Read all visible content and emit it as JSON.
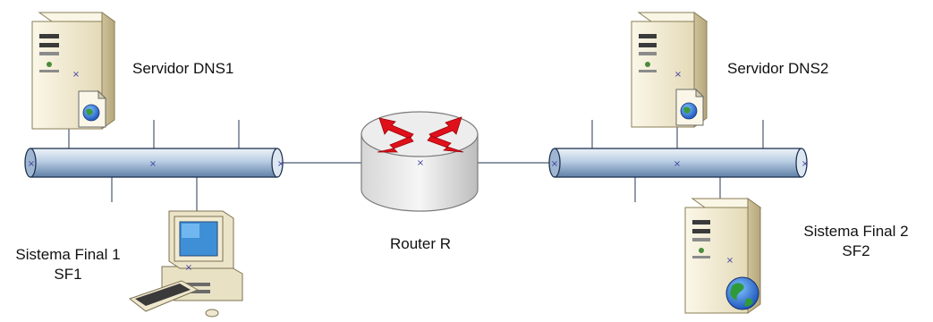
{
  "labels": {
    "dns1": "Servidor DNS1",
    "dns2": "Servidor DNS2",
    "router": "Router R",
    "sf1_line1": "Sistema Final 1",
    "sf1_line2": "SF1",
    "sf2_line1": "Sistema Final 2",
    "sf2_line2": "SF2"
  },
  "icons": {
    "dns1": "server-icon",
    "dns2": "server-icon",
    "router": "router-icon",
    "sf1": "desktop-computer-icon",
    "sf2": "server-icon",
    "dns_badge": "dns-document-globe-icon",
    "globe": "globe-icon"
  },
  "colors": {
    "bus_fill": "#b9cde3",
    "bus_stroke": "#1f3350",
    "router_arrows": "#e0101a",
    "server_body": "#f1ead2",
    "line": "#4a5a70"
  }
}
